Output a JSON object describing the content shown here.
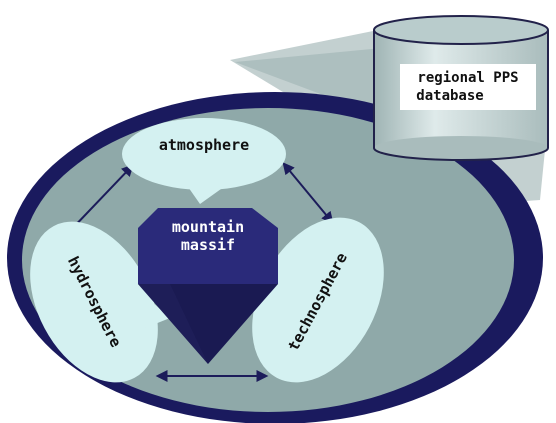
{
  "database": {
    "line1": "regional PPS",
    "line2": "database"
  },
  "mountain": {
    "line1": "mountain",
    "line2": "massif"
  },
  "spheres": {
    "atmosphere": "atmosphere",
    "hydrosphere": "hydrosphere",
    "technosphere": "technosphere"
  },
  "colors": {
    "ring": "#1a1a5e",
    "disc": "#8fa9a9",
    "bubble": "#d4f1f1",
    "mountain_top": "#2a2a7a",
    "mountain_bottom": "#1a1a52",
    "cone": "#b8c8c8",
    "cylinder": "#c8d8d8",
    "arrow": "#1c1c5a"
  }
}
